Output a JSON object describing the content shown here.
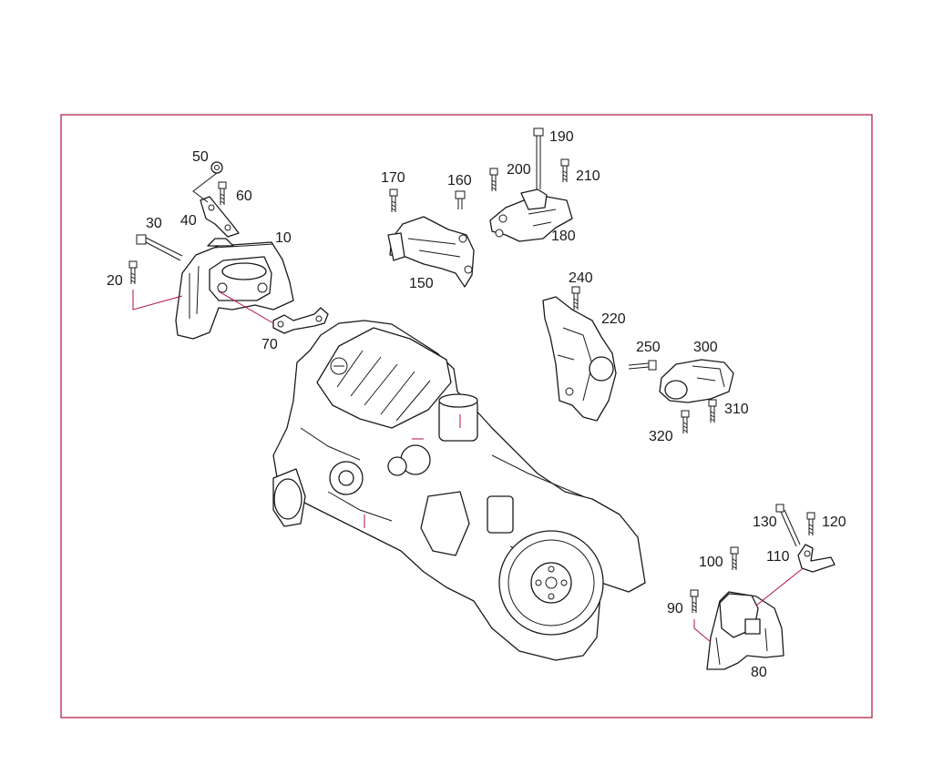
{
  "colors": {
    "frame": "#b0123a",
    "line": "#1a1a1a",
    "background": "#ffffff"
  },
  "labels": {
    "p10": "10",
    "p20": "20",
    "p30": "30",
    "p40": "40",
    "p50": "50",
    "p60": "60",
    "p70": "70",
    "p80": "80",
    "p90": "90",
    "p100": "100",
    "p110": "110",
    "p120": "120",
    "p130": "130",
    "p150": "150",
    "p160": "160",
    "p170": "170",
    "p180": "180",
    "p190": "190",
    "p200": "200",
    "p210": "210",
    "p220": "220",
    "p240": "240",
    "p250": "250",
    "p300": "300",
    "p310": "310",
    "p320": "320"
  }
}
